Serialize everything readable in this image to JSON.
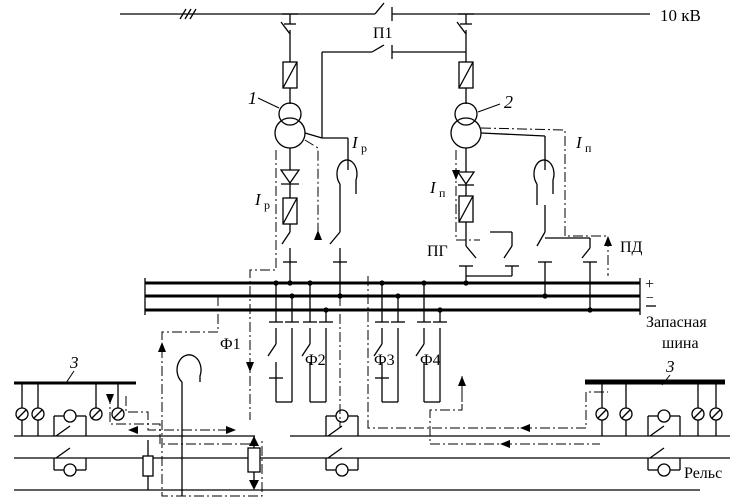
{
  "labels": {
    "voltage": "10 кВ",
    "p1": "П1",
    "t1": "1",
    "t2": "2",
    "ir": "I",
    "ir_sub": "р",
    "ip": "I",
    "ip_sub": "п",
    "pg": "ПГ",
    "pd": "ПД",
    "plus": "+",
    "minus": "−",
    "f1": "Ф1",
    "f2": "Ф2",
    "f3": "Ф3",
    "f4": "Ф4",
    "spare_bus_1": "Запасная",
    "spare_bus_2": "шина",
    "n3": "3",
    "rail": "Рельс"
  }
}
